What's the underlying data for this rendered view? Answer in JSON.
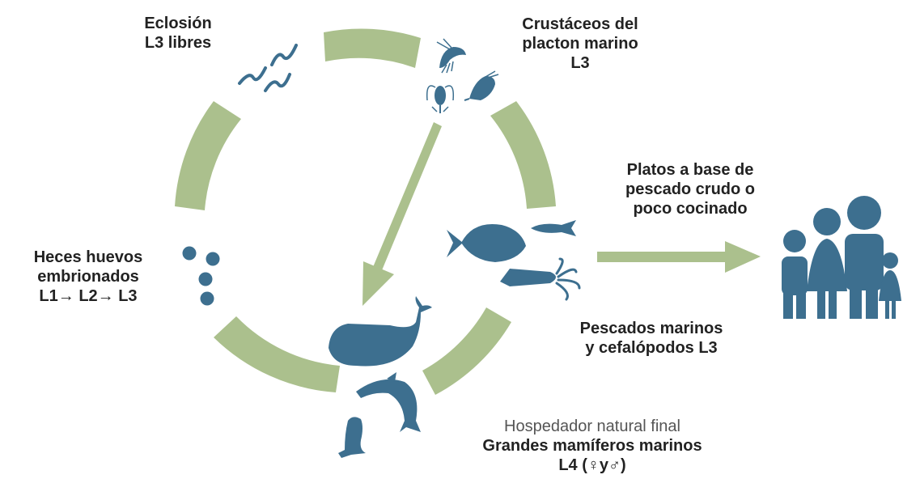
{
  "colors": {
    "arc": "#abc08d",
    "animal": "#3d6f8f",
    "text": "#222222"
  },
  "labels": {
    "eclosion": {
      "line1": "Eclosión",
      "line2": "L3 libres"
    },
    "crustaceos": {
      "line1": "Crustáceos del",
      "line2": "placton marino",
      "line3": "L3"
    },
    "platos": {
      "line1": "Platos a base de",
      "line2": "pescado crudo o",
      "line3": "poco cocinado"
    },
    "heces": {
      "line1": "Heces huevos",
      "line2": "embrionados",
      "line3": "L1→ L2→ L3"
    },
    "pescados": {
      "line1": "Pescados marinos",
      "line2": "y cefalópodos L3"
    },
    "hospedador": {
      "line1": "Hospedador natural final",
      "line2": "Grandes mamíferos marinos",
      "line3": "L4 (♀y♂)"
    }
  },
  "icons": [
    "larvae-icon",
    "krill-icon",
    "shrimp-icon",
    "copepod-icon",
    "fish-icon",
    "small-fish-icon",
    "squid-icon",
    "whale-icon",
    "dolphin-icon",
    "seal-icon",
    "egg-icon",
    "human-family-icon"
  ]
}
